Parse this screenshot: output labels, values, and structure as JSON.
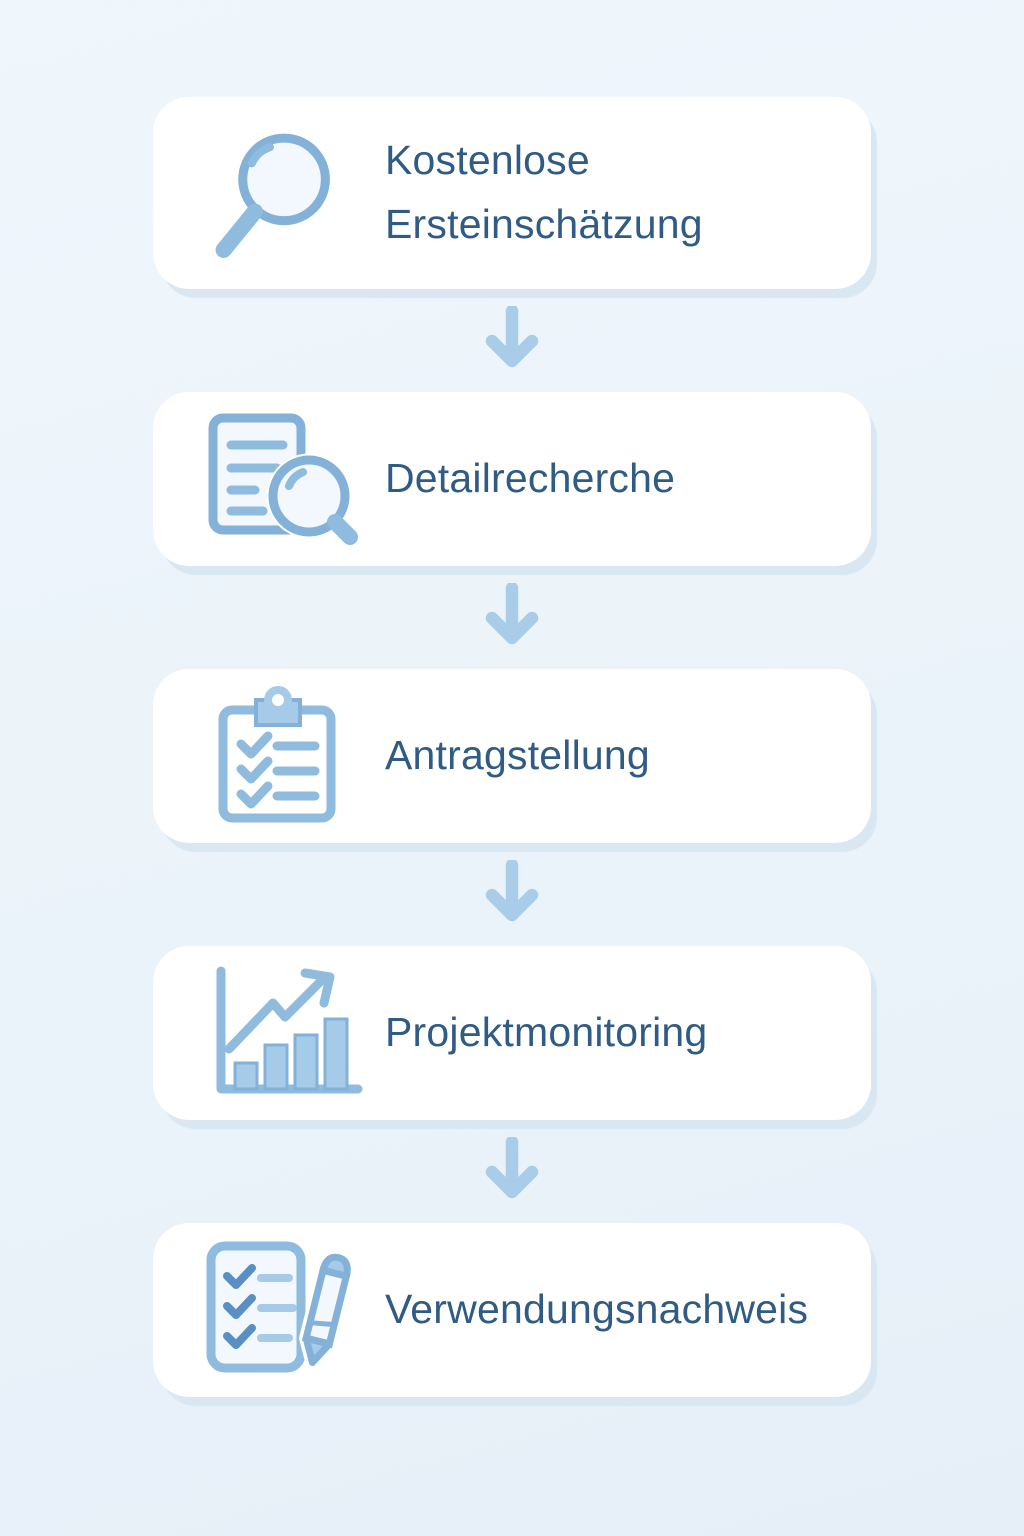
{
  "flow": {
    "steps": [
      {
        "label": "Kostenlose Ersteinschätzung",
        "icon": "magnifier-icon"
      },
      {
        "label": "Detailrecherche",
        "icon": "document-search-icon"
      },
      {
        "label": "Antragstellung",
        "icon": "clipboard-checklist-icon"
      },
      {
        "label": "Projektmonitoring",
        "icon": "bar-chart-growth-icon"
      },
      {
        "label": "Verwendungsnachweis",
        "icon": "checklist-pencil-icon"
      }
    ],
    "connector": "down-arrow"
  },
  "colors": {
    "background_top": "#eff6fc",
    "background_bottom": "#e6eff8",
    "card": "#ffffff",
    "card_shadow": "#d9e7f3",
    "text": "#2f5b84",
    "icon_primary": "#83b1d8",
    "icon_secondary": "#8fbbdf",
    "icon_accent": "#a5cbe9",
    "icon_fill": "#f2f8fd",
    "check_dark": "#5a8fc3",
    "arrow": "#a9cde9"
  }
}
